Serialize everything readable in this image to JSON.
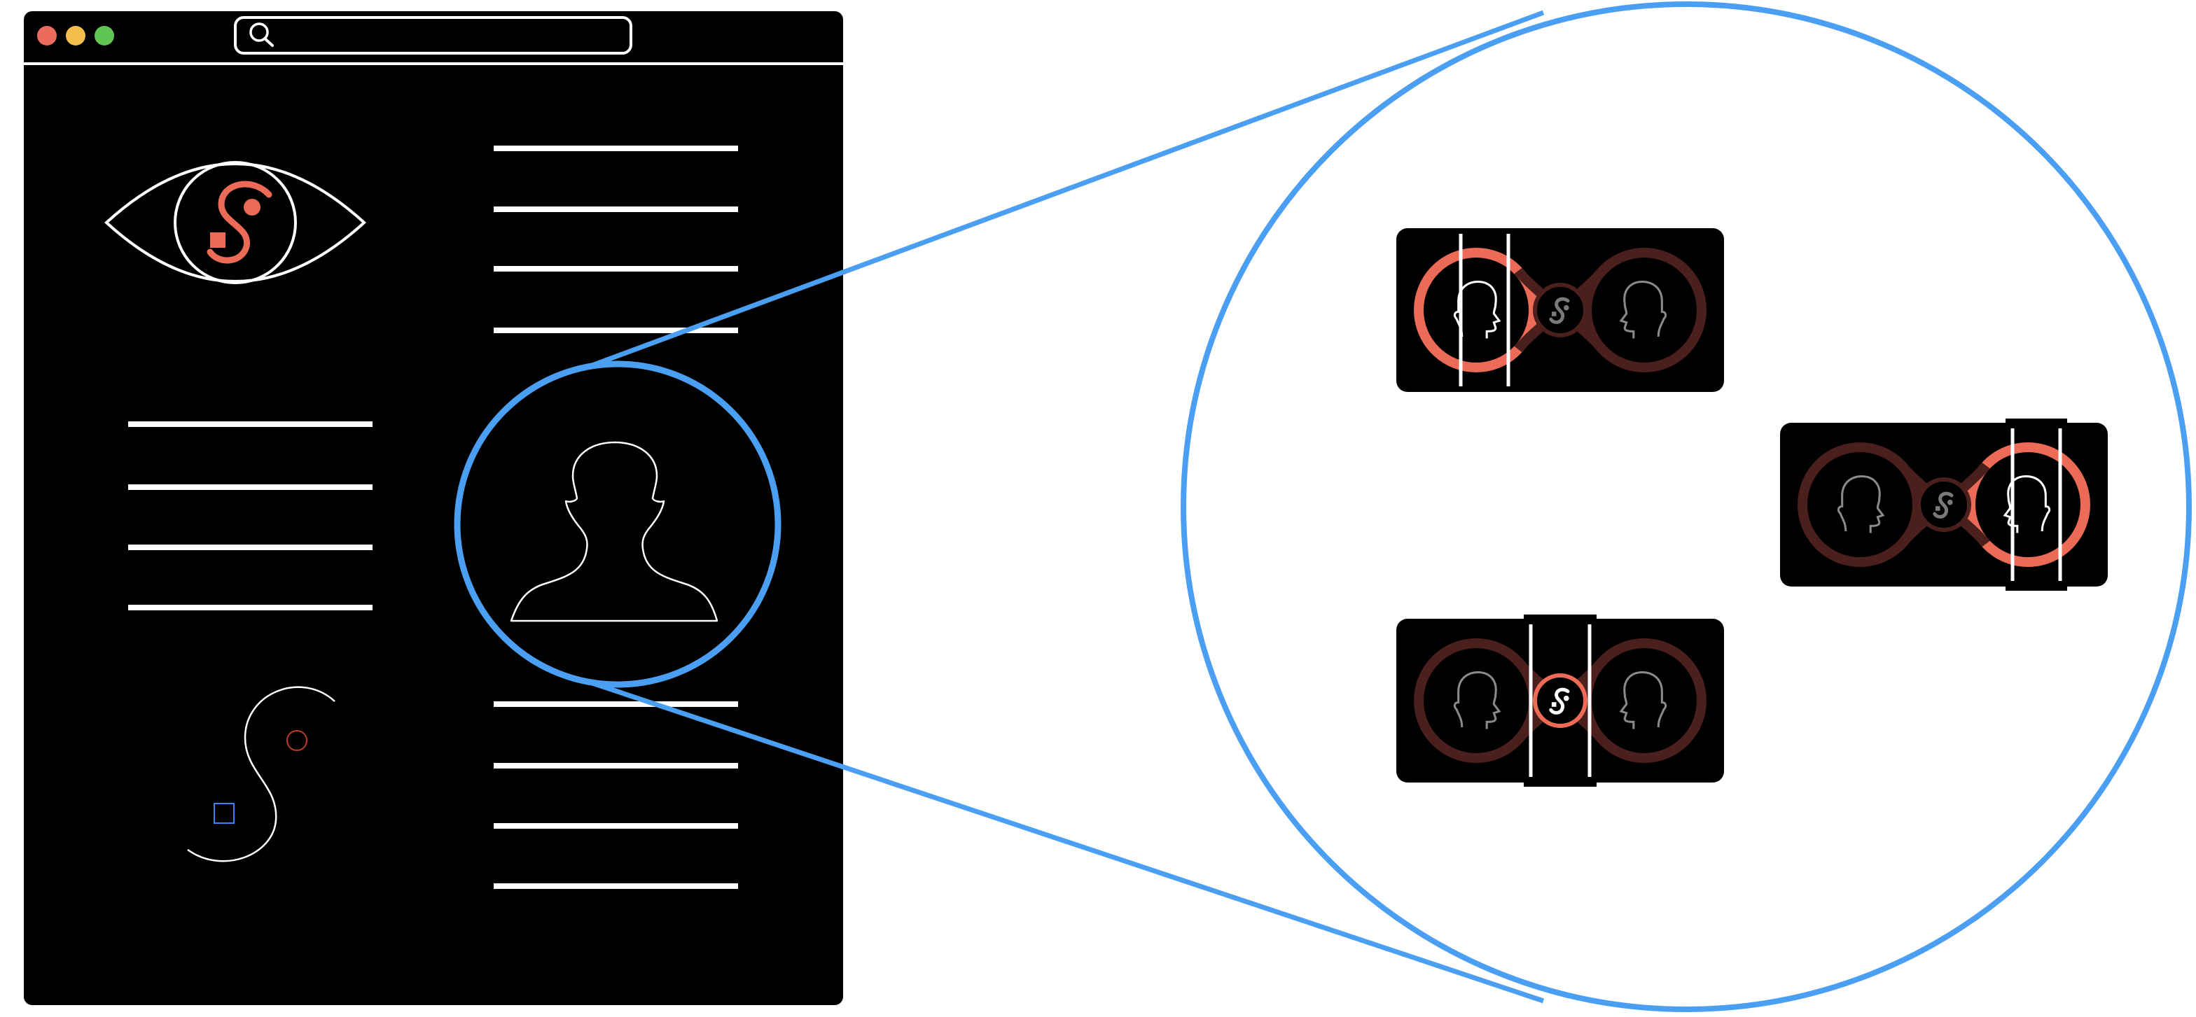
{
  "window": {
    "traffic_lights": [
      {
        "name": "close",
        "color": "#ed6a5e"
      },
      {
        "name": "minimize",
        "color": "#f4bf4f"
      },
      {
        "name": "maximize",
        "color": "#61c554"
      }
    ],
    "search": {
      "placeholder": "",
      "icon": "search-icon"
    },
    "background": "#000000",
    "text_line_color": "#ffffff"
  },
  "colors": {
    "accent": "#ec6b56",
    "zoom": "#4b9ff2",
    "loop_dim": "#4a1f1c",
    "blue_square": "#3b82f6"
  },
  "icons": {
    "eye_logo": "eye-s-logo-icon",
    "person": "person-silhouette-icon",
    "s_logo": "s-curve-logo-icon"
  },
  "zoom_cards": [
    {
      "name": "card-left-head-active",
      "active": "left"
    },
    {
      "name": "card-right-head-active",
      "active": "right"
    },
    {
      "name": "card-center-logo-active",
      "active": "center"
    }
  ]
}
